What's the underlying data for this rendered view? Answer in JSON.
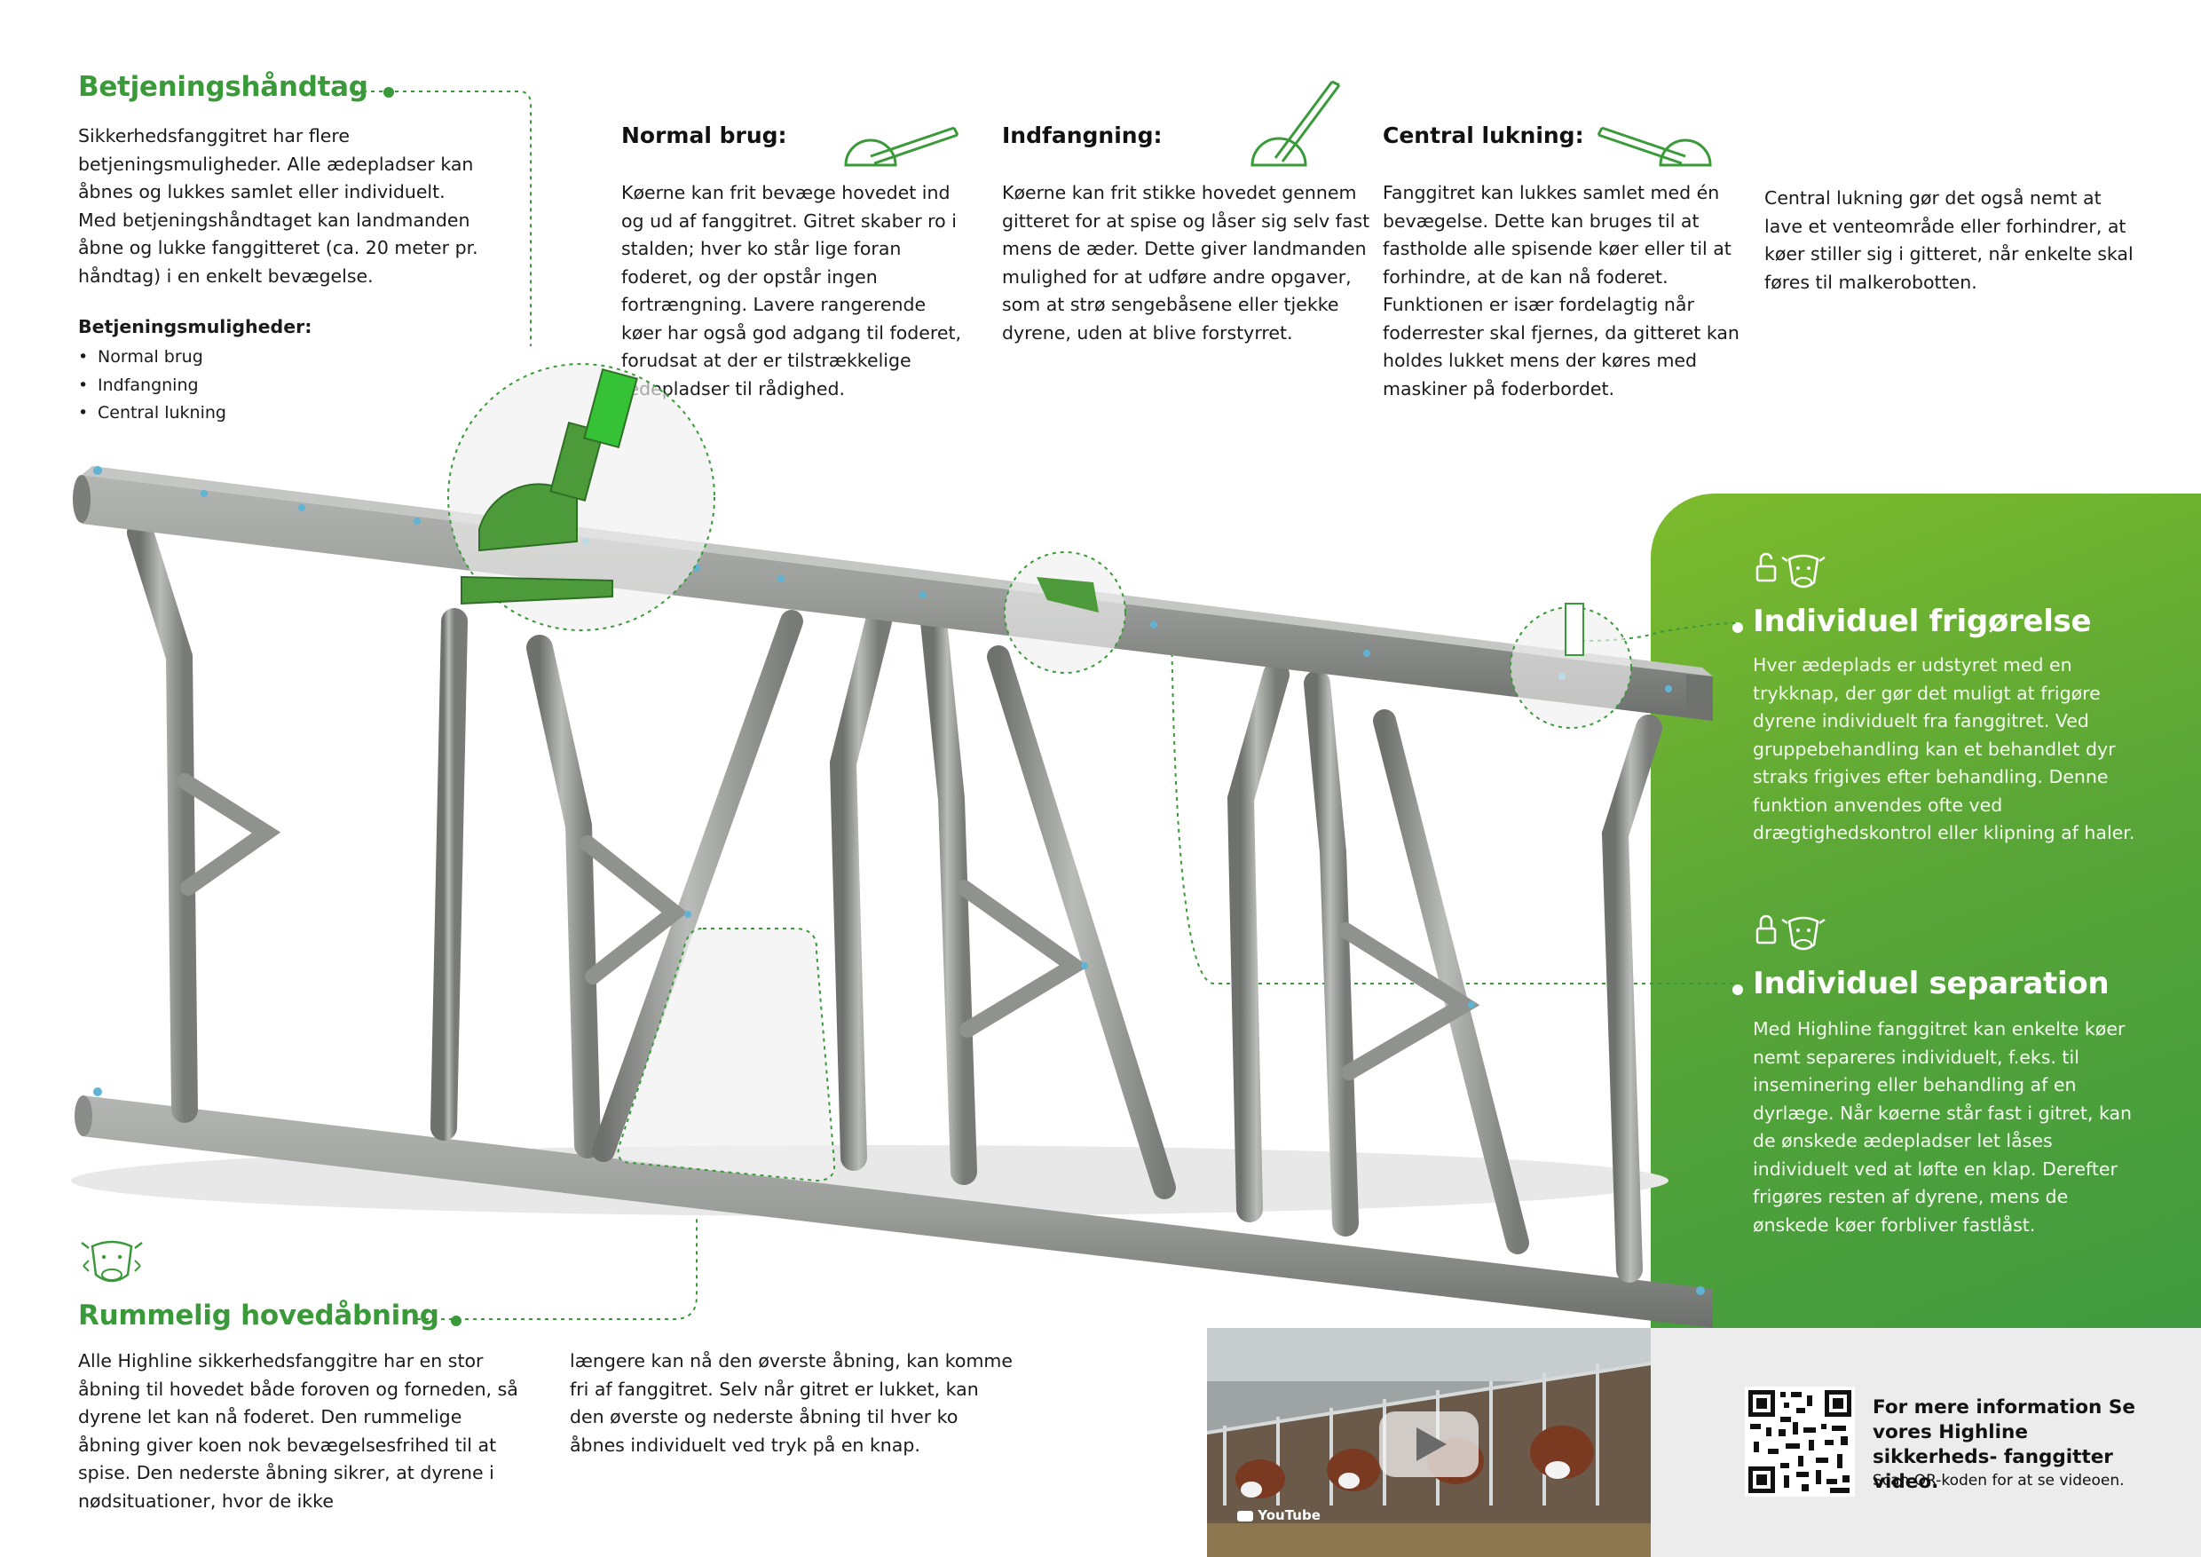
{
  "handle": {
    "heading": "Betjeningshåndtag",
    "intro": "Sikkerhedsfanggitret har flere betjeningsmuligheder. Alle ædepladser kan åbnes og lukkes samlet eller individuelt. Med betjeningshåndtaget kan landmanden åbne og lukke fanggitteret (ca. 20 meter pr. håndtag) i en enkelt bevægelse.",
    "options_title": "Betjeningsmuligheder:",
    "options": [
      "Normal brug",
      "Indfangning",
      "Central lukning"
    ]
  },
  "modes": [
    {
      "title": "Normal brug:",
      "text": "Køerne kan frit bevæge hovedet ind og ud af fanggitret. Gitret skaber ro i stalden; hver ko står lige foran foderet, og der opstår ingen fortrængning. Lavere rangerende køer har også god adgang til foderet, forudsat at der er tilstrækkelige ædepladser til rådighed."
    },
    {
      "title": "Indfangning:",
      "text": "Køerne kan frit stikke hovedet gennem gitteret for at spise og låser sig selv fast mens de æder. Dette giver landmanden mulighed for at udføre andre opgaver, som at strø sengebåsene eller tjekke dyrene, uden at blive forstyrret."
    },
    {
      "title": "Central lukning:",
      "text": "Fanggitret kan lukkes samlet med én bevægelse. Dette kan bruges til at fastholde alle spisende køer eller til at forhindre, at de kan nå foderet. Funktionen er især fordelagtig når foderrester skal fjernes, da gitteret kan holdes lukket mens der køres med maskiner på foderbordet."
    }
  ],
  "central_extra": "Central lukning gør det også nemt at lave et venteområde eller forhindrer, at køer stiller sig i gitteret, når enkelte skal føres til malkerobotten.",
  "release": {
    "heading": "Individuel frigørelse",
    "text": "Hver ædeplads er udstyret med en trykknap, der gør det muligt at frigøre dyrene individuelt fra fanggitret. Ved gruppebehandling kan et behandlet dyr straks frigives efter behandling. Denne funktion anvendes ofte ved drægtighedskontrol eller klipning af haler."
  },
  "separation": {
    "heading": "Individuel separation",
    "text": "Med Highline fanggitret kan enkelte køer nemt separeres individuelt, f.eks. til inseminering eller behandling af en dyrlæge. Når køerne står fast i gitret, kan de ønskede ædepladser let låses individuelt ved at løfte en klap. Derefter frigøres resten af dyrene, mens de ønskede køer forbliver fastlåst."
  },
  "opening": {
    "heading": "Rummelig hovedåbning",
    "text1": "Alle Highline sikkerhedsfanggitre har en stor åbning til hovedet både foroven og forneden, så dyrene let kan nå foderet. Den rummelige åbning giver koen nok bevægelsesfrihed til at spise. Den nederste åbning sikrer, at dyrene i nødsituationer, hvor de ikke",
    "text2": "længere kan nå den øverste åbning, kan komme fri af fanggitret. Selv når gitret er lukket, kan den øverste og nederste åbning til hver ko åbnes individuelt ved tryk på en knap."
  },
  "video": {
    "brand": "YouTube"
  },
  "qr": {
    "text": "For mere information Se vores Highline sikkerheds- fanggitter video.",
    "small": "Scan QR-koden for at se videoen."
  },
  "colors": {
    "green": "#3a9a3a",
    "panel_top": "#7dbb2c",
    "panel_bottom": "#3f9a3f",
    "steel": "#8e918d"
  }
}
